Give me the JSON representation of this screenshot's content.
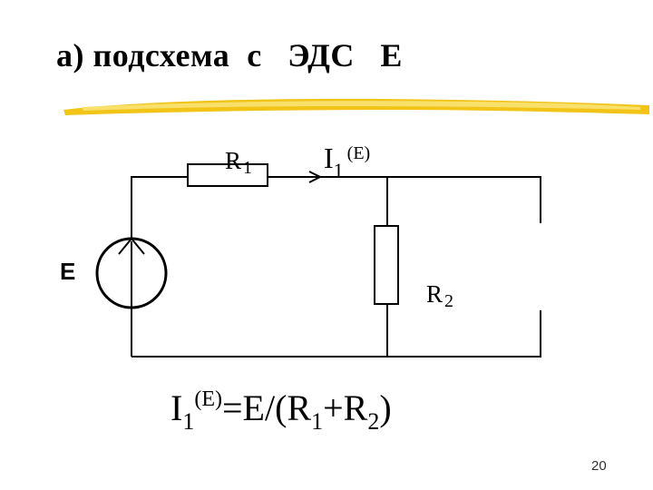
{
  "slide": {
    "title": "а) подсхема  с   ЭДС   Е",
    "page_number": "20",
    "accent_color": "#f2c418"
  },
  "circuit": {
    "r1_letter": "R",
    "r1_index": "1",
    "current_letter": "I",
    "current_index": "1",
    "current_superscript": "(E)",
    "source_label": "E",
    "r2_letter": "R",
    "r2_index": "2"
  },
  "formula": {
    "i": "I",
    "i_index": "1",
    "i_superscript": "(E)",
    "eq": "=E/(R",
    "r1_index": "1",
    "plus": "+R",
    "r2_index": "2",
    "close": ")"
  }
}
